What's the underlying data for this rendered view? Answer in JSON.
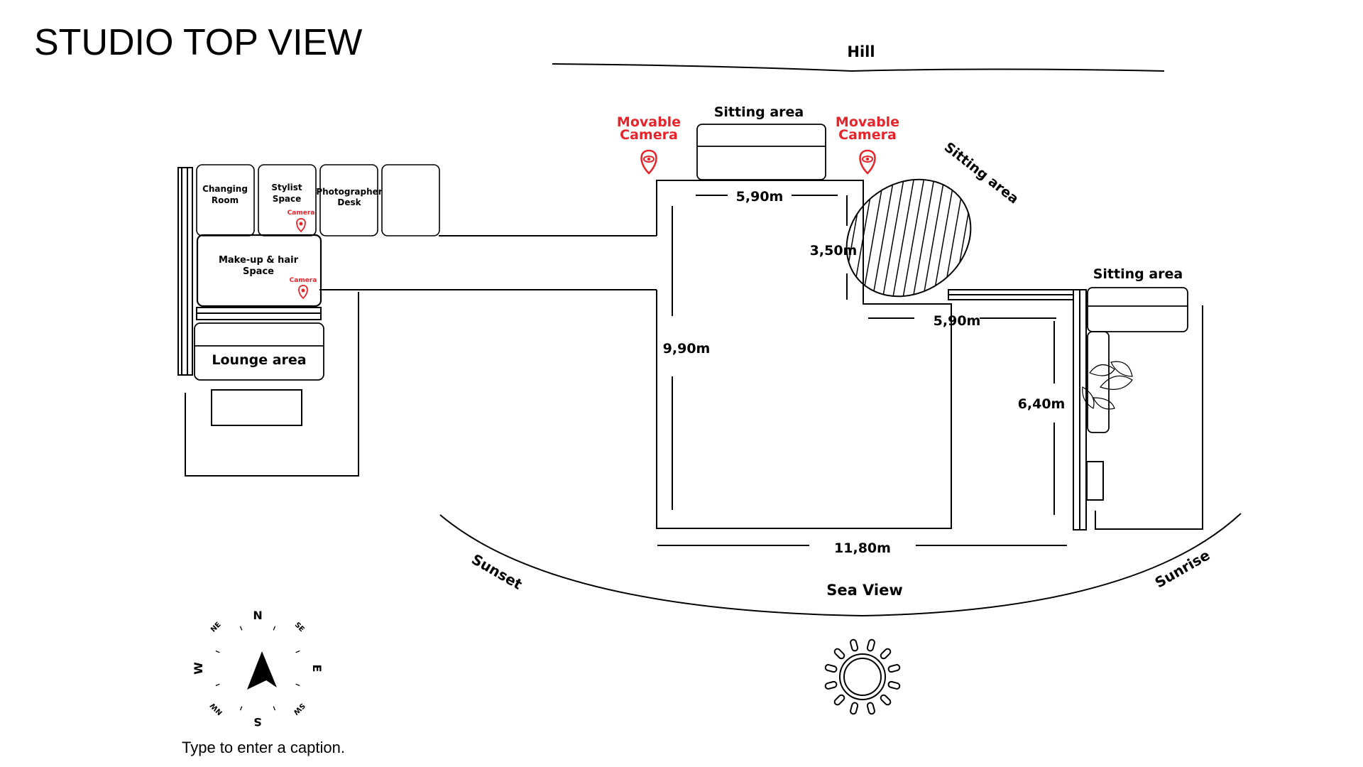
{
  "title": "STUDIO TOP VIEW",
  "caption": "Type to enter a caption.",
  "colors": {
    "accent": "#e8232a",
    "line": "#000000",
    "background": "#ffffff"
  },
  "labels": {
    "hill": "Hill",
    "sea_view": "Sea View",
    "sunset": "Sunset",
    "sunrise": "Sunrise",
    "sitting_top": "Sitting area",
    "sitting_diag": "Sitting area",
    "sitting_right": "Sitting area",
    "lounge": "Lounge area",
    "makeup_1": "Make-up & hair",
    "makeup_2": "Space",
    "changing_1": "Changing",
    "changing_2": "Room",
    "stylist_1": "Stylist",
    "stylist_2": "Space",
    "photographer_1": "Photographer",
    "photographer_2": "Desk",
    "camera_small_1": "Camera",
    "camera_small_2": "Camera",
    "movable_1a": "Movable",
    "movable_1b": "Camera",
    "movable_2a": "Movable",
    "movable_2b": "Camera"
  },
  "dimensions": {
    "top_width": "5,90m",
    "notch_depth": "3,50m",
    "notch_width": "5,90m",
    "left_height": "9,90m",
    "right_height": "6,40m",
    "bottom_width": "11,80m"
  },
  "compass": {
    "n": "N",
    "s": "S",
    "e": "E",
    "w": "W",
    "ne": "NE",
    "se": "SE",
    "nw": "NW",
    "sw": "SW"
  },
  "icons": [
    "movable-camera-pin-icon",
    "camera-pin-icon",
    "compass-arrow-icon",
    "sun-icon",
    "plant-icon"
  ]
}
